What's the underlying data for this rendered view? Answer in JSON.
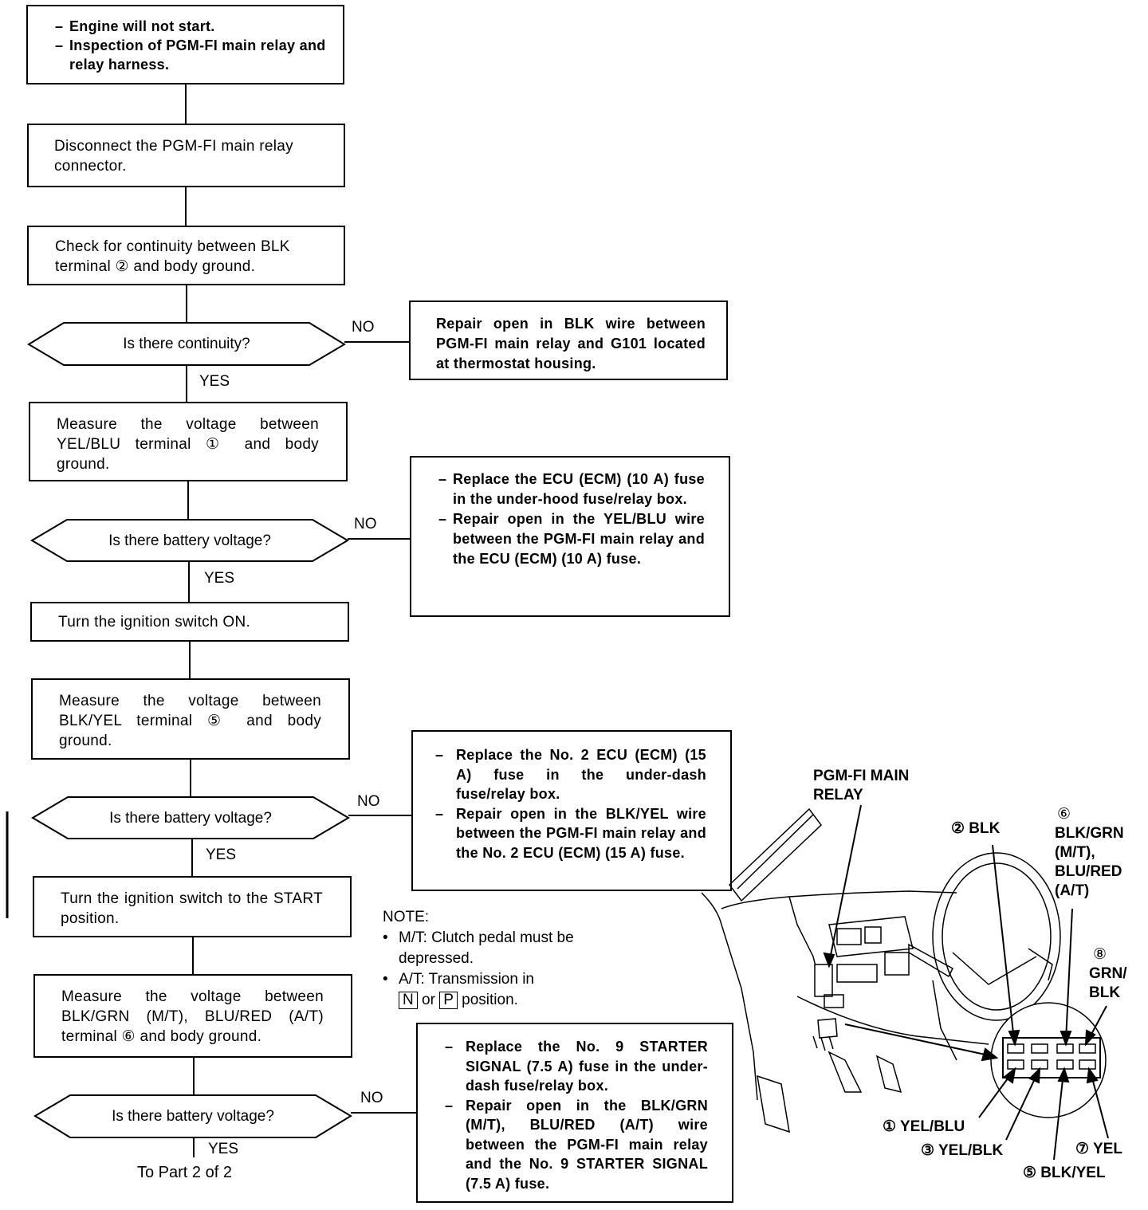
{
  "start_box": {
    "lines": [
      "Engine will not start.",
      "Inspection of PGM-FI main relay and relay harness."
    ]
  },
  "steps": {
    "disconnect": "Disconnect the PGM-FI main relay connector.",
    "check_continuity": "Check for continuity between BLK terminal ② and body ground.",
    "measure_yelblu": "Measure the voltage between YEL/BLU terminal ① and body ground.",
    "ignition_on": "Turn the ignition switch ON.",
    "measure_blkyel": "Measure the voltage between BLK/YEL terminal ⑤ and body ground.",
    "ignition_start": "Turn the ignition switch to the START position.",
    "measure_blkgrn": "Measure the voltage between BLK/GRN (M/T), BLU/RED (A/T) terminal ⑥ and body ground."
  },
  "decisions": {
    "d1": "Is there continuity?",
    "d2": "Is there battery voltage?",
    "d3": "Is there battery voltage?",
    "d4": "Is there battery voltage?"
  },
  "branch_labels": {
    "yes": "YES",
    "no": "NO"
  },
  "results": {
    "r1": "Repair open in BLK wire between PGM-FI main relay and G101 located at thermostat housing.",
    "r2": [
      "Replace the ECU (ECM) (10 A) fuse in the under-hood fuse/relay box.",
      "Repair open in the YEL/BLU wire between the PGM-FI main relay and the ECU (ECM) (10 A) fuse."
    ],
    "r3": [
      "Replace the No. 2 ECU (ECM) (15 A) fuse in the under-dash fuse/relay box.",
      "Repair open in the BLK/YEL wire between the PGM-FI main relay and the No. 2 ECU (ECM) (15 A) fuse."
    ],
    "r4": [
      "Replace the No. 9 STARTER SIGNAL (7.5 A) fuse in the under-dash fuse/relay box.",
      "Repair open in the BLK/GRN (M/T), BLU/RED (A/T) wire between the PGM-FI main relay and the No. 9 STARTER SIGNAL (7.5 A) fuse."
    ]
  },
  "note": {
    "title": "NOTE:",
    "item1": "M/T: Clutch pedal must be depressed.",
    "item2_prefix": "A/T: Transmission in",
    "key_n": "N",
    "or": "or",
    "key_p": "P",
    "item2_suffix": "position."
  },
  "to_next": "To Part 2 of 2",
  "illustration": {
    "relay_label": "PGM-FI MAIN RELAY",
    "t2": "② BLK",
    "t6_num": "⑥",
    "t6": "BLK/GRN (M/T), BLU/RED (A/T)",
    "t8_num": "⑧",
    "t8": "GRN/ BLK",
    "t1": "① YEL/BLU",
    "t3": "③ YEL/BLK",
    "t5": "⑤ BLK/YEL",
    "t7": "⑦ YEL"
  }
}
